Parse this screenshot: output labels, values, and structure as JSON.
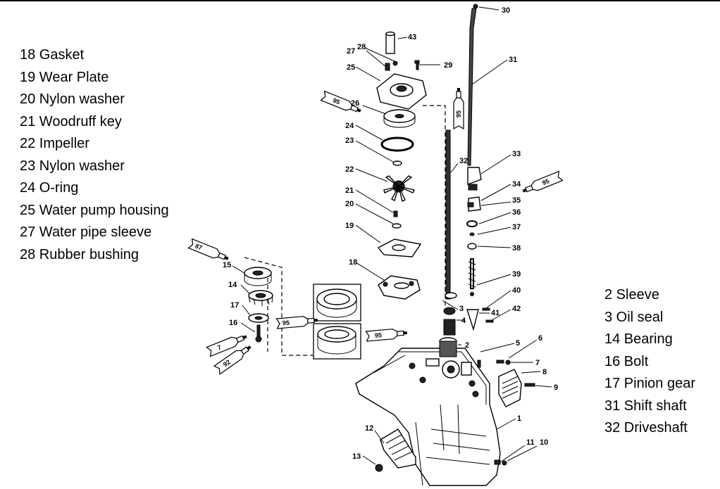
{
  "legend_left": [
    "18 Gasket",
    "19 Wear Plate",
    "20 Nylon washer",
    "21 Woodruff key",
    "22 Impeller",
    "23 Nylon washer",
    "24 O-ring",
    "25 Water pump housing",
    "27 Water pipe sleeve",
    "28 Rubber bushing"
  ],
  "legend_right": [
    "2 Sleeve",
    "3 Oil seal",
    "14 Bearing",
    "16 Bolt",
    "17 Pinion gear",
    "31 Shift shaft",
    "32 Driveshaft"
  ],
  "callouts": {
    "n1": "1",
    "n2": "2",
    "n3": "3",
    "n4": "4",
    "n5": "5",
    "n6": "6",
    "n7": "7",
    "n8": "8",
    "n9": "9",
    "n10": "10",
    "n11": "11",
    "n12": "12",
    "n13": "13",
    "n14": "14",
    "n15": "15",
    "n16": "16",
    "n17": "17",
    "n18": "18",
    "n19": "19",
    "n20": "20",
    "n21": "21",
    "n22": "22",
    "n23": "23",
    "n24": "24",
    "n25": "25",
    "n26": "26",
    "n27": "27",
    "n28": "28",
    "n29": "29",
    "n30": "30",
    "n31": "31",
    "n32": "32",
    "n33": "33",
    "n34": "34",
    "n35": "35",
    "n36": "36",
    "n37": "37",
    "n38": "38",
    "n39": "39",
    "n40": "40",
    "n41": "41",
    "n42": "42",
    "n43": "43"
  },
  "lubricant_tubes": {
    "t95a": "95",
    "t95b": "95",
    "t95c": "95",
    "t95d": "95",
    "t95e": "95",
    "t87": "87",
    "t7": "7",
    "t92": "92"
  },
  "icons": {
    "lubricant_tube": "lubricant-tube-icon",
    "bolt": "bolt-icon"
  }
}
